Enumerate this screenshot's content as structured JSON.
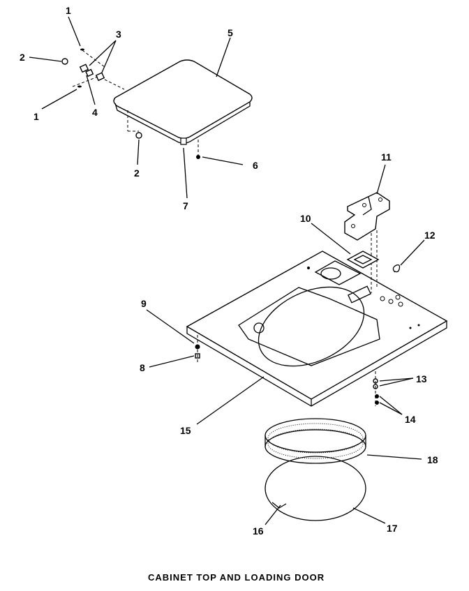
{
  "diagram": {
    "caption": "CABINET TOP AND LOADING DOOR",
    "callouts": [
      {
        "id": "c1a",
        "label": "1"
      },
      {
        "id": "c1b",
        "label": "1"
      },
      {
        "id": "c2a",
        "label": "2"
      },
      {
        "id": "c2b",
        "label": "2"
      },
      {
        "id": "c3",
        "label": "3"
      },
      {
        "id": "c4",
        "label": "4"
      },
      {
        "id": "c5",
        "label": "5"
      },
      {
        "id": "c6",
        "label": "6"
      },
      {
        "id": "c7",
        "label": "7"
      },
      {
        "id": "c8",
        "label": "8"
      },
      {
        "id": "c9",
        "label": "9"
      },
      {
        "id": "c10",
        "label": "10"
      },
      {
        "id": "c11",
        "label": "11"
      },
      {
        "id": "c12",
        "label": "12"
      },
      {
        "id": "c13",
        "label": "13"
      },
      {
        "id": "c14",
        "label": "14"
      },
      {
        "id": "c15",
        "label": "15"
      },
      {
        "id": "c16",
        "label": "16"
      },
      {
        "id": "c17",
        "label": "17"
      },
      {
        "id": "c18",
        "label": "18"
      }
    ]
  }
}
